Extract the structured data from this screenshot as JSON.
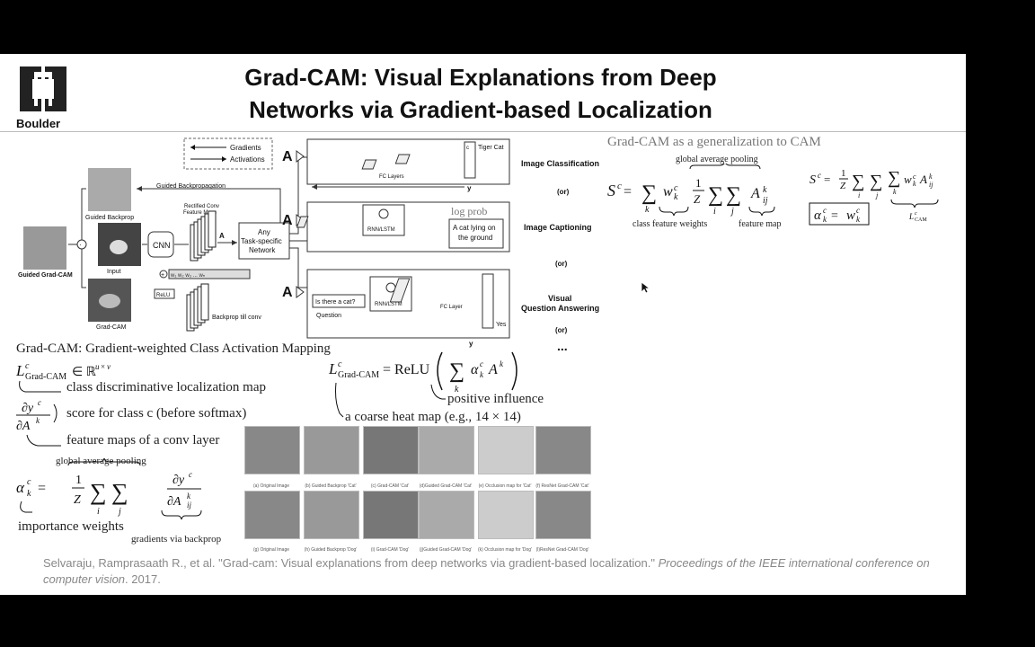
{
  "logo": {
    "text": "Boulder"
  },
  "title": {
    "line1": "Grad-CAM: Visual Explanations from Deep",
    "line2": "Networks via Gradient-based Localization"
  },
  "pipeline": {
    "legend": {
      "gradients": "Gradients",
      "activations": "Activations"
    },
    "guided_backprop_label": "Guided Backpropagation",
    "guided_backprop_box": "Guided Backprop",
    "guided_gradcam": "Guided Grad-CAM",
    "input": "Input",
    "cnn": "CNN",
    "rectified": "Rectified Conv",
    "feature_maps": "Feature Maps",
    "A": "A",
    "relu": "ReLU",
    "gradcam": "Grad-CAM",
    "backprop_till_conv": "Backprop till conv",
    "any_task_1": "Any",
    "any_task_2": "Task-specific",
    "any_task_3": "Network",
    "tiger_cat": "Tiger Cat",
    "c_label": "c",
    "fc_layers": "FC Layers",
    "y": "y",
    "log_prob": "log prob",
    "rnn_lstm": "RNN/LSTM",
    "caption_1": "A cat lying on",
    "caption_2": "the ground",
    "question": "Is there a cat?",
    "question_label": "Question",
    "fc_layer": "FC Layer",
    "yes": "Yes",
    "task_image_classification": "Image Classification",
    "task_image_captioning": "Image Captioning",
    "task_vqa_1": "Visual",
    "task_vqa_2": "Question Answering",
    "or": "(or)",
    "ellipsis": "..."
  },
  "right_panel": {
    "heading": "Grad-CAM as a generalization to CAM",
    "global_average_pooling": "global average pooling",
    "class_feature_weights": "class feature weights",
    "feature_map": "feature map",
    "l_cam": "L",
    "l_cam_sup": "c",
    "l_cam_sub": "CAM"
  },
  "notes": {
    "heading": "Grad-CAM: Gradient-weighted Class Activation Mapping",
    "class_disc": "class discriminative localization map",
    "score": "score for class c (before softmax)",
    "feature_maps": "feature maps of a conv layer",
    "gap": "global average pooling",
    "importance": "importance weights",
    "grads_backprop": "gradients via backprop",
    "positive_influence": "positive influence",
    "coarse_heat_map": "a coarse heat map (e.g., 14 × 14)"
  },
  "thumbnails": {
    "row1": [
      "(a) Original Image",
      "(b) Guided Backprop 'Cat'",
      "(c) Grad-CAM 'Cat'",
      "(d)Guided Grad-CAM 'Cat'",
      "(e) Occlusion map for 'Cat'",
      "(f) ResNet Grad-CAM 'Cat'"
    ],
    "row2": [
      "(g) Original Image",
      "(h) Guided Backprop 'Dog'",
      "(i) Grad-CAM 'Dog'",
      "(j)Guided Grad-CAM 'Dog'",
      "(k) Occlusion map for 'Dog'",
      "(l)ResNet Grad-CAM 'Dog'"
    ]
  },
  "citation": {
    "authors": "Selvaraju, Ramprasaath R., et al. \"Grad-cam: Visual explanations from deep networks via gradient-based localization.\" ",
    "venue": "Proceedings of the IEEE international conference on computer vision",
    "year": ". 2017."
  }
}
